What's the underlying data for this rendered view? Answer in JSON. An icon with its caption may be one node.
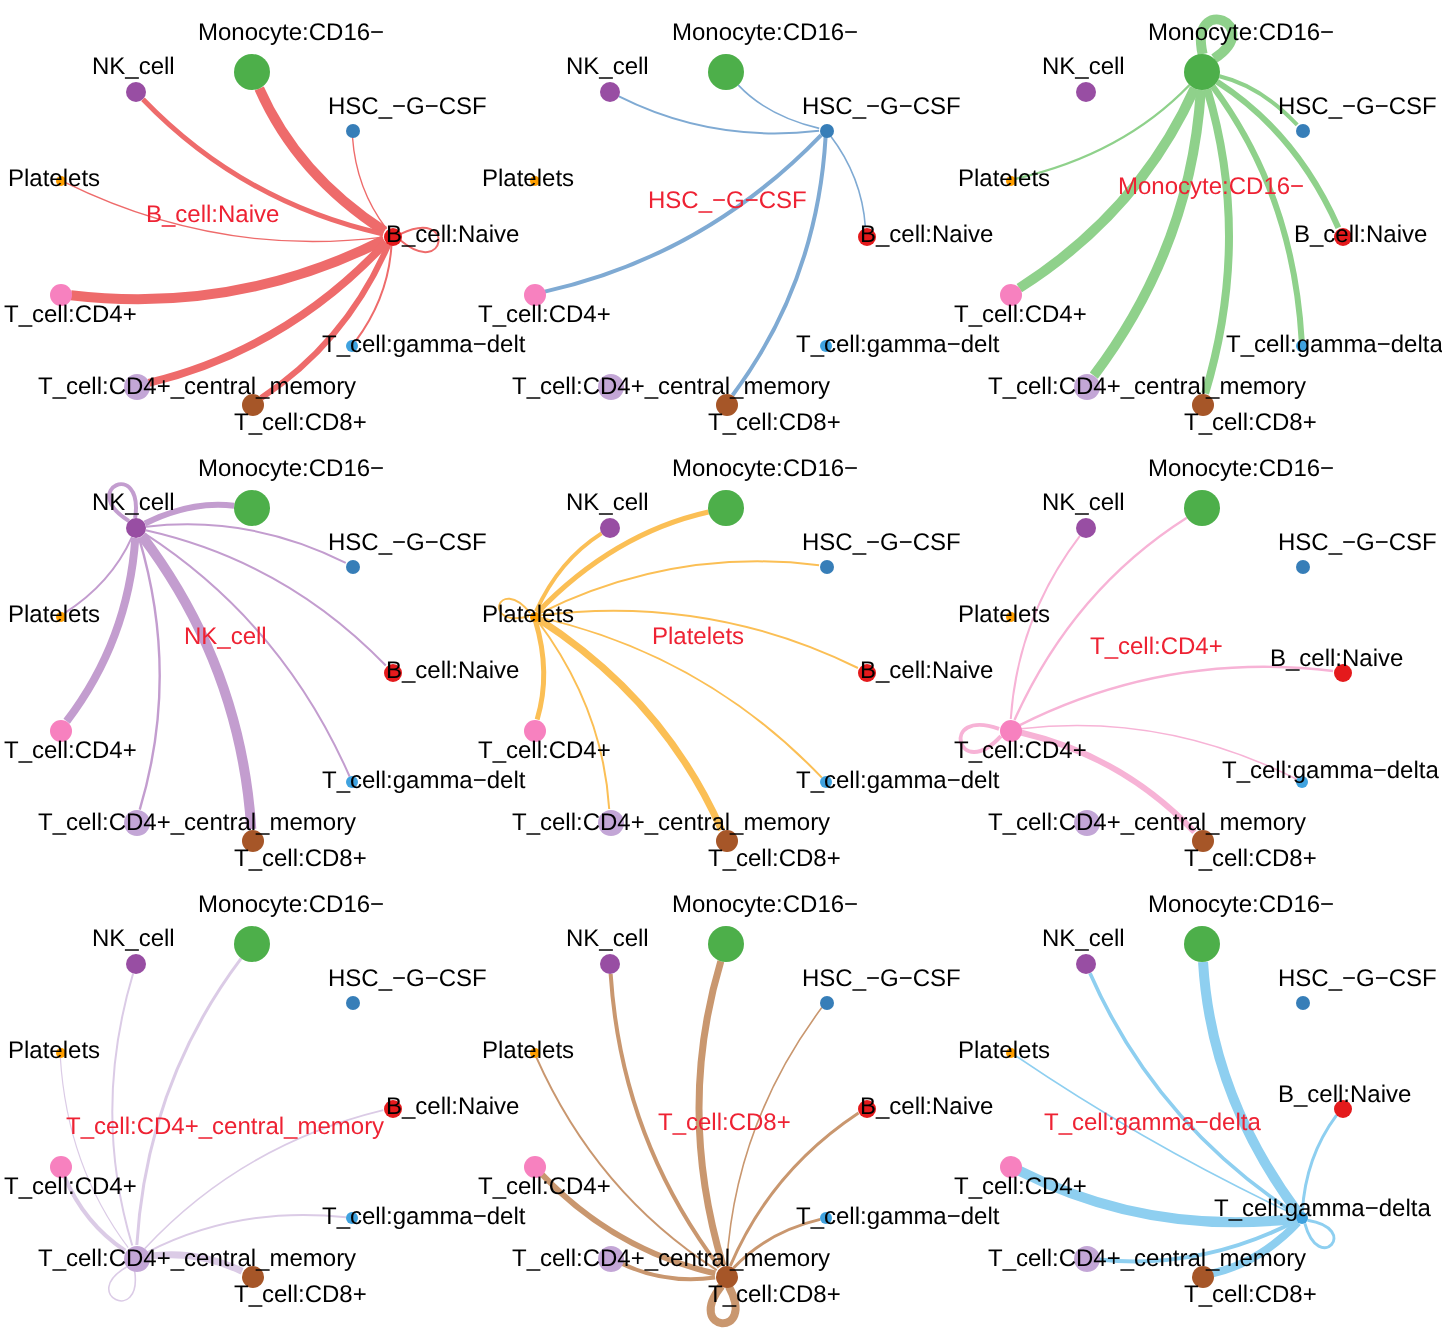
{
  "diagram": {
    "nodes": [
      {
        "text": [],
        "shape": "circle",
        "beside": [
          "Monocyte:CD16−"
        ]
      },
      {
        "text": [],
        "shape": "circle",
        "beside": [
          "NK_cell"
        ]
      },
      {
        "text": [],
        "shape": "circle",
        "beside": [
          "HSC_−G−CSF"
        ]
      },
      {
        "text": [],
        "shape": "circle",
        "beside": [
          "Platelets"
        ]
      },
      {
        "text": [],
        "shape": "circle",
        "beside": [
          "B_cell:Naive"
        ]
      },
      {
        "text": [],
        "shape": "circle",
        "beside": [
          "T_cell:CD4+"
        ]
      },
      {
        "text": [],
        "shape": "circle",
        "beside": [
          "T_cell:gamma−delt"
        ]
      },
      {
        "text": [],
        "shape": "circle",
        "beside": [
          "T_cell:CD4+_central_memory"
        ]
      },
      {
        "text": [],
        "shape": "circle",
        "beside": [
          "T_cell:CD8+"
        ]
      },
      {
        "text": [],
        "shape": "circle",
        "beside": [
          "Monocyte:CD16−"
        ]
      },
      {
        "text": [],
        "shape": "circle",
        "beside": [
          "NK_cell"
        ]
      },
      {
        "text": [],
        "shape": "circle",
        "beside": [
          "HSC_−G−CSF"
        ]
      },
      {
        "text": [],
        "shape": "circle",
        "beside": [
          "Platelets"
        ]
      },
      {
        "text": [],
        "shape": "circle",
        "beside": [
          "B_cell:Naive"
        ]
      },
      {
        "text": [],
        "shape": "circle",
        "beside": [
          "T_cell:CD4+"
        ]
      },
      {
        "text": [],
        "shape": "circle",
        "beside": [
          "T_cell:gamma−delt"
        ]
      },
      {
        "text": [],
        "shape": "circle",
        "beside": [
          "T_cell:CD4+_central_memory"
        ]
      },
      {
        "text": [],
        "shape": "circle",
        "beside": [
          "T_cell:CD8+"
        ]
      },
      {
        "text": [],
        "shape": "circle",
        "beside": [
          "Monocyte:CD16−"
        ]
      },
      {
        "text": [],
        "shape": "circle",
        "beside": [
          "NK_cell"
        ]
      },
      {
        "text": [],
        "shape": "circle",
        "beside": [
          "HSC_−G−CSF"
        ]
      },
      {
        "text": [],
        "shape": "circle",
        "beside": [
          "Platelets"
        ]
      },
      {
        "text": [],
        "shape": "circle",
        "beside": [
          "B_cell:Naive"
        ]
      },
      {
        "text": [],
        "shape": "circle",
        "beside": [
          "T_cell:CD4+"
        ]
      },
      {
        "text": [],
        "shape": "circle",
        "beside": [
          "T_cell:gamma−delta"
        ]
      },
      {
        "text": [],
        "shape": "circle",
        "beside": [
          "T_cell:CD4+_central_memory"
        ]
      },
      {
        "text": [],
        "shape": "circle",
        "beside": [
          "T_cell:CD8+"
        ]
      },
      {
        "text": [],
        "shape": "circle",
        "beside": [
          "Monocyte:CD16−"
        ]
      },
      {
        "text": [],
        "shape": "circle",
        "beside": [
          "NK_cell"
        ]
      },
      {
        "text": [],
        "shape": "circle",
        "beside": [
          "HSC_−G−CSF"
        ]
      },
      {
        "text": [],
        "shape": "circle",
        "beside": [
          "Platelets"
        ]
      },
      {
        "text": [],
        "shape": "circle",
        "beside": [
          "B_cell:Naive"
        ]
      },
      {
        "text": [],
        "shape": "circle",
        "beside": [
          "T_cell:CD4+"
        ]
      },
      {
        "text": [],
        "shape": "circle",
        "beside": [
          "T_cell:gamma−delt"
        ]
      },
      {
        "text": [],
        "shape": "circle",
        "beside": [
          "T_cell:CD4+_central_memory"
        ]
      },
      {
        "text": [],
        "shape": "circle",
        "beside": [
          "T_cell:CD8+"
        ]
      },
      {
        "text": [],
        "shape": "circle",
        "beside": [
          "Monocyte:CD16−"
        ]
      },
      {
        "text": [],
        "shape": "circle",
        "beside": [
          "NK_cell"
        ]
      },
      {
        "text": [],
        "shape": "circle",
        "beside": [
          "HSC_−G−CSF"
        ]
      },
      {
        "text": [],
        "shape": "circle",
        "beside": [
          "Platelets"
        ]
      },
      {
        "text": [],
        "shape": "circle",
        "beside": [
          "B_cell:Naive"
        ]
      },
      {
        "text": [],
        "shape": "circle",
        "beside": [
          "T_cell:CD4+"
        ]
      },
      {
        "text": [],
        "shape": "circle",
        "beside": [
          "T_cell:gamma−delt"
        ]
      },
      {
        "text": [],
        "shape": "circle",
        "beside": [
          "T_cell:CD4+_central_memory"
        ]
      },
      {
        "text": [],
        "shape": "circle",
        "beside": [
          "T_cell:CD8+"
        ]
      },
      {
        "text": [],
        "shape": "circle",
        "beside": [
          "Monocyte:CD16−"
        ]
      },
      {
        "text": [],
        "shape": "circle",
        "beside": [
          "NK_cell"
        ]
      },
      {
        "text": [],
        "shape": "circle",
        "beside": [
          "HSC_−G−CSF"
        ]
      },
      {
        "text": [],
        "shape": "circle",
        "beside": [
          "Platelets"
        ]
      },
      {
        "text": [],
        "shape": "circle",
        "beside": [
          "B_cell:Naive"
        ]
      },
      {
        "text": [],
        "shape": "circle",
        "beside": [
          "T_cell:CD4+"
        ]
      },
      {
        "text": [],
        "shape": "circle",
        "beside": [
          "T_cell:gamma−delta"
        ]
      },
      {
        "text": [],
        "shape": "circle",
        "beside": [
          "T_cell:CD4+_central_memory"
        ]
      },
      {
        "text": [],
        "shape": "circle",
        "beside": [
          "T_cell:CD8+"
        ]
      },
      {
        "text": [],
        "shape": "circle",
        "beside": [
          "Monocyte:CD16−"
        ]
      },
      {
        "text": [],
        "shape": "circle",
        "beside": [
          "NK_cell"
        ]
      },
      {
        "text": [],
        "shape": "circle",
        "beside": [
          "HSC_−G−CSF"
        ]
      },
      {
        "text": [],
        "shape": "circle",
        "beside": [
          "Platelets"
        ]
      },
      {
        "text": [],
        "shape": "circle",
        "beside": [
          "B_cell:Naive"
        ]
      },
      {
        "text": [],
        "shape": "circle",
        "beside": [
          "T_cell:CD4+"
        ]
      },
      {
        "text": [],
        "shape": "circle",
        "beside": [
          "T_cell:gamma−delt"
        ]
      },
      {
        "text": [],
        "shape": "circle",
        "beside": [
          "T_cell:CD4+_central_memory"
        ]
      },
      {
        "text": [],
        "shape": "circle",
        "beside": [
          "T_cell:CD8+"
        ]
      },
      {
        "text": [],
        "shape": "circle",
        "beside": [
          "Monocyte:CD16−"
        ]
      },
      {
        "text": [],
        "shape": "circle",
        "beside": [
          "NK_cell"
        ]
      },
      {
        "text": [],
        "shape": "circle",
        "beside": [
          "HSC_−G−CSF"
        ]
      },
      {
        "text": [],
        "shape": "circle",
        "beside": [
          "Platelets"
        ]
      },
      {
        "text": [],
        "shape": "circle",
        "beside": [
          "B_cell:Naive"
        ]
      },
      {
        "text": [],
        "shape": "circle",
        "beside": [
          "T_cell:CD4+"
        ]
      },
      {
        "text": [],
        "shape": "circle",
        "beside": [
          "T_cell:gamma−delt"
        ]
      },
      {
        "text": [],
        "shape": "circle",
        "beside": [
          "T_cell:CD4+_central_memory"
        ]
      },
      {
        "text": [],
        "shape": "circle",
        "beside": [
          "T_cell:CD8+"
        ]
      },
      {
        "text": [],
        "shape": "circle",
        "beside": [
          "Monocyte:CD16−"
        ]
      },
      {
        "text": [],
        "shape": "circle",
        "beside": [
          "NK_cell"
        ]
      },
      {
        "text": [],
        "shape": "circle",
        "beside": [
          "HSC_−G−CSF"
        ]
      },
      {
        "text": [],
        "shape": "circle",
        "beside": [
          "Platelets"
        ]
      },
      {
        "text": [],
        "shape": "circle",
        "beside": [
          "B_cell:Naive"
        ]
      },
      {
        "text": [],
        "shape": "circle",
        "beside": [
          "T_cell:CD4+"
        ]
      },
      {
        "text": [],
        "shape": "circle",
        "beside": [
          "T_cell:gamma−delta"
        ]
      },
      {
        "text": [],
        "shape": "circle",
        "beside": [
          "T_cell:CD4+_central_memory"
        ]
      },
      {
        "text": [],
        "shape": "circle",
        "beside": [
          "T_cell:CD8+"
        ]
      }
    ],
    "edges": [
      {
        "from": 4,
        "to": 0,
        "arrow": "none",
        "style": "thick",
        "color": "#ee6b6b"
      },
      {
        "from": 4,
        "to": 1,
        "arrow": "none",
        "color": "#ee6b6b"
      },
      {
        "from": 4,
        "to": 2,
        "arrow": "none",
        "color": "#ee6b6b"
      },
      {
        "from": 4,
        "to": 3,
        "arrow": "none",
        "color": "#ee6b6b"
      },
      {
        "from": 4,
        "to": 4,
        "arrow": "none",
        "color": "#ee6b6b"
      },
      {
        "from": 4,
        "to": 5,
        "arrow": "none",
        "style": "thick",
        "color": "#ee6b6b"
      },
      {
        "from": 4,
        "to": 6,
        "arrow": "none",
        "color": "#ee6b6b"
      },
      {
        "from": 4,
        "to": 7,
        "arrow": "none",
        "style": "thick",
        "color": "#ee6b6b"
      },
      {
        "from": 4,
        "to": 8,
        "arrow": "none",
        "color": "#ee6b6b"
      },
      {
        "from": 11,
        "to": 9,
        "arrow": "none",
        "color": "#7faad3"
      },
      {
        "from": 11,
        "to": 10,
        "arrow": "none",
        "color": "#7faad3"
      },
      {
        "from": 11,
        "to": 13,
        "arrow": "none",
        "color": "#7faad3"
      },
      {
        "from": 11,
        "to": 14,
        "arrow": "none",
        "color": "#7faad3"
      },
      {
        "from": 11,
        "to": 17,
        "arrow": "none",
        "color": "#7faad3"
      },
      {
        "from": 18,
        "to": 18,
        "arrow": "none",
        "style": "thick",
        "color": "#8fd18b"
      },
      {
        "from": 18,
        "to": 20,
        "arrow": "none",
        "color": "#8fd18b"
      },
      {
        "from": 18,
        "to": 21,
        "arrow": "none",
        "color": "#8fd18b"
      },
      {
        "from": 18,
        "to": 22,
        "arrow": "none",
        "color": "#8fd18b"
      },
      {
        "from": 18,
        "to": 23,
        "arrow": "none",
        "style": "thick",
        "color": "#8fd18b"
      },
      {
        "from": 18,
        "to": 24,
        "arrow": "none",
        "color": "#8fd18b"
      },
      {
        "from": 18,
        "to": 25,
        "arrow": "none",
        "style": "thick",
        "color": "#8fd18b"
      },
      {
        "from": 18,
        "to": 26,
        "arrow": "none",
        "style": "thick",
        "color": "#8fd18b"
      },
      {
        "from": 28,
        "to": 27,
        "arrow": "none",
        "color": "#c39dcf"
      },
      {
        "from": 28,
        "to": 28,
        "arrow": "none",
        "color": "#c39dcf"
      },
      {
        "from": 28,
        "to": 29,
        "arrow": "none",
        "color": "#c39dcf"
      },
      {
        "from": 28,
        "to": 30,
        "arrow": "none",
        "color": "#c39dcf"
      },
      {
        "from": 28,
        "to": 31,
        "arrow": "none",
        "color": "#c39dcf"
      },
      {
        "from": 28,
        "to": 32,
        "arrow": "none",
        "style": "thick",
        "color": "#c39dcf"
      },
      {
        "from": 28,
        "to": 33,
        "arrow": "none",
        "color": "#c39dcf"
      },
      {
        "from": 28,
        "to": 34,
        "arrow": "none",
        "color": "#c39dcf"
      },
      {
        "from": 28,
        "to": 35,
        "arrow": "none",
        "style": "thick",
        "color": "#c39dcf"
      },
      {
        "from": 39,
        "to": 36,
        "arrow": "none",
        "color": "#fbbf55"
      },
      {
        "from": 39,
        "to": 37,
        "arrow": "none",
        "color": "#fbbf55"
      },
      {
        "from": 39,
        "to": 38,
        "arrow": "none",
        "color": "#fbbf55"
      },
      {
        "from": 39,
        "to": 39,
        "arrow": "none",
        "color": "#fbbf55"
      },
      {
        "from": 39,
        "to": 40,
        "arrow": "none",
        "color": "#fbbf55"
      },
      {
        "from": 39,
        "to": 41,
        "arrow": "none",
        "color": "#fbbf55"
      },
      {
        "from": 39,
        "to": 42,
        "arrow": "none",
        "color": "#fbbf55"
      },
      {
        "from": 39,
        "to": 43,
        "arrow": "none",
        "color": "#fbbf55"
      },
      {
        "from": 39,
        "to": 44,
        "arrow": "none",
        "style": "thick",
        "color": "#fbbf55"
      },
      {
        "from": 50,
        "to": 45,
        "arrow": "none",
        "color": "#f7b3d6"
      },
      {
        "from": 50,
        "to": 46,
        "arrow": "none",
        "color": "#f7b3d6"
      },
      {
        "from": 50,
        "to": 49,
        "arrow": "none",
        "color": "#f7b3d6"
      },
      {
        "from": 50,
        "to": 50,
        "arrow": "none",
        "color": "#f7b3d6"
      },
      {
        "from": 50,
        "to": 51,
        "arrow": "none",
        "color": "#f7b3d6"
      },
      {
        "from": 50,
        "to": 53,
        "arrow": "none",
        "color": "#f7b3d6"
      },
      {
        "from": 61,
        "to": 54,
        "arrow": "none",
        "color": "#dbcbe6"
      },
      {
        "from": 61,
        "to": 55,
        "arrow": "none",
        "color": "#dbcbe6"
      },
      {
        "from": 61,
        "to": 57,
        "arrow": "none",
        "color": "#dbcbe6"
      },
      {
        "from": 61,
        "to": 58,
        "arrow": "none",
        "color": "#dbcbe6"
      },
      {
        "from": 61,
        "to": 59,
        "arrow": "none",
        "color": "#dbcbe6"
      },
      {
        "from": 61,
        "to": 60,
        "arrow": "none",
        "color": "#dbcbe6"
      },
      {
        "from": 61,
        "to": 61,
        "arrow": "none",
        "color": "#dbcbe6"
      },
      {
        "from": 61,
        "to": 62,
        "arrow": "none",
        "style": "thick",
        "color": "#dbcbe6"
      },
      {
        "from": 71,
        "to": 63,
        "arrow": "none",
        "style": "thick",
        "color": "#c9976f"
      },
      {
        "from": 71,
        "to": 64,
        "arrow": "none",
        "color": "#c9976f"
      },
      {
        "from": 71,
        "to": 65,
        "arrow": "none",
        "color": "#c9976f"
      },
      {
        "from": 71,
        "to": 66,
        "arrow": "none",
        "color": "#c9976f"
      },
      {
        "from": 71,
        "to": 67,
        "arrow": "none",
        "color": "#c9976f"
      },
      {
        "from": 71,
        "to": 68,
        "arrow": "none",
        "color": "#c9976f"
      },
      {
        "from": 71,
        "to": 69,
        "arrow": "none",
        "color": "#c9976f"
      },
      {
        "from": 71,
        "to": 70,
        "arrow": "none",
        "color": "#c9976f"
      },
      {
        "from": 71,
        "to": 71,
        "arrow": "none",
        "style": "thick",
        "color": "#c9976f"
      },
      {
        "from": 78,
        "to": 72,
        "arrow": "none",
        "style": "thick",
        "color": "#8ecff0"
      },
      {
        "from": 78,
        "to": 73,
        "arrow": "none",
        "color": "#8ecff0"
      },
      {
        "from": 78,
        "to": 75,
        "arrow": "none",
        "color": "#8ecff0"
      },
      {
        "from": 78,
        "to": 76,
        "arrow": "none",
        "color": "#8ecff0"
      },
      {
        "from": 78,
        "to": 77,
        "arrow": "none",
        "style": "thick",
        "color": "#8ecff0"
      },
      {
        "from": 78,
        "to": 78,
        "arrow": "none",
        "color": "#8ecff0"
      },
      {
        "from": 78,
        "to": 79,
        "arrow": "none",
        "color": "#8ecff0"
      },
      {
        "from": 78,
        "to": 80,
        "arrow": "none",
        "style": "thick",
        "color": "#8ecff0"
      }
    ],
    "labels": [
      "B_cell:Naive",
      "HSC_−G−CSF",
      "Monocyte:CD16−",
      "NK_cell",
      "Platelets",
      "T_cell:CD4+",
      "T_cell:CD4+_central_memory",
      "T_cell:CD8+",
      "T_cell:gamma−delta"
    ]
  }
}
